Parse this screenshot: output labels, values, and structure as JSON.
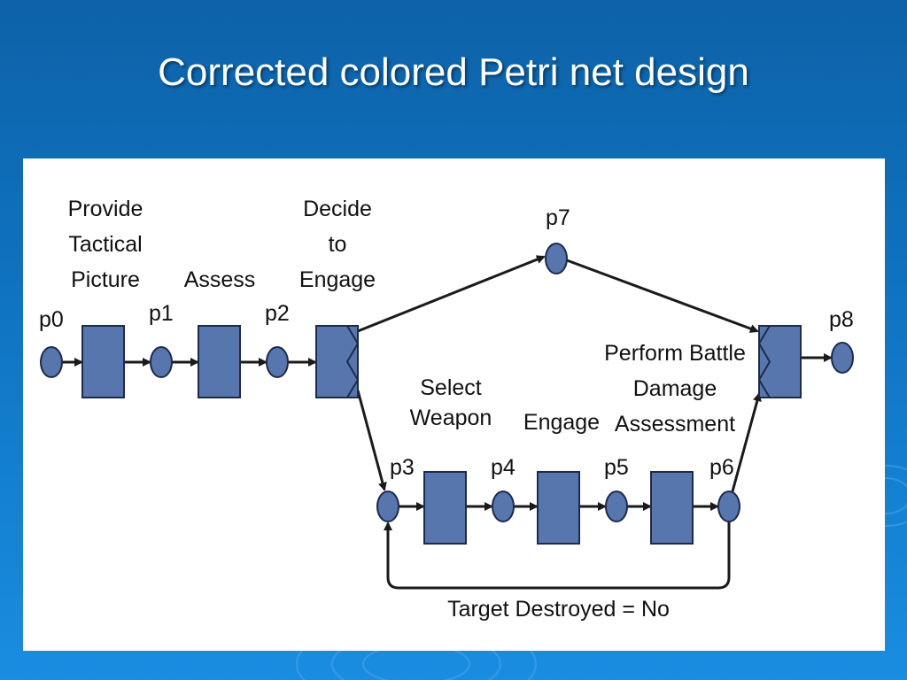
{
  "slide": {
    "title": "Corrected colored Petri net design"
  },
  "colors": {
    "background": "#0f74c2",
    "node_fill": "#5876ae",
    "node_stroke": "#1d2a4a",
    "arc": "#1a1a1a",
    "panel": "#ffffff"
  },
  "places": [
    {
      "id": "p0",
      "label": "p0"
    },
    {
      "id": "p1",
      "label": "p1"
    },
    {
      "id": "p2",
      "label": "p2"
    },
    {
      "id": "p3",
      "label": "p3"
    },
    {
      "id": "p4",
      "label": "p4"
    },
    {
      "id": "p5",
      "label": "p5"
    },
    {
      "id": "p6",
      "label": "p6"
    },
    {
      "id": "p7",
      "label": "p7"
    },
    {
      "id": "p8",
      "label": "p8"
    }
  ],
  "transitions": [
    {
      "id": "t-provide",
      "lines": [
        "Provide",
        "Tactical",
        "Picture"
      ]
    },
    {
      "id": "t-assess",
      "lines": [
        "Assess"
      ]
    },
    {
      "id": "t-decide",
      "lines": [
        "Decide",
        "to",
        "Engage"
      ]
    },
    {
      "id": "t-select",
      "lines": [
        "Select",
        "Weapon"
      ]
    },
    {
      "id": "t-engage",
      "lines": [
        "Engage"
      ]
    },
    {
      "id": "t-bda",
      "lines": [
        "Perform Battle",
        "Damage",
        "Assessment"
      ]
    },
    {
      "id": "t-final",
      "lines": []
    }
  ],
  "arcs": [
    {
      "from": "p0",
      "to": "t-provide"
    },
    {
      "from": "t-provide",
      "to": "p1"
    },
    {
      "from": "p1",
      "to": "t-assess"
    },
    {
      "from": "t-assess",
      "to": "p2"
    },
    {
      "from": "p2",
      "to": "t-decide"
    },
    {
      "from": "t-decide",
      "to": "p7"
    },
    {
      "from": "t-decide",
      "to": "p3"
    },
    {
      "from": "p3",
      "to": "t-select"
    },
    {
      "from": "t-select",
      "to": "p4"
    },
    {
      "from": "p4",
      "to": "t-engage"
    },
    {
      "from": "t-engage",
      "to": "p5"
    },
    {
      "from": "p5",
      "to": "t-bda"
    },
    {
      "from": "t-bda",
      "to": "p6"
    },
    {
      "from": "p6",
      "to": "t-final"
    },
    {
      "from": "p7",
      "to": "t-final"
    },
    {
      "from": "t-final",
      "to": "p8"
    },
    {
      "from": "p6",
      "to": "p3",
      "label": "Target Destroyed = No"
    }
  ]
}
